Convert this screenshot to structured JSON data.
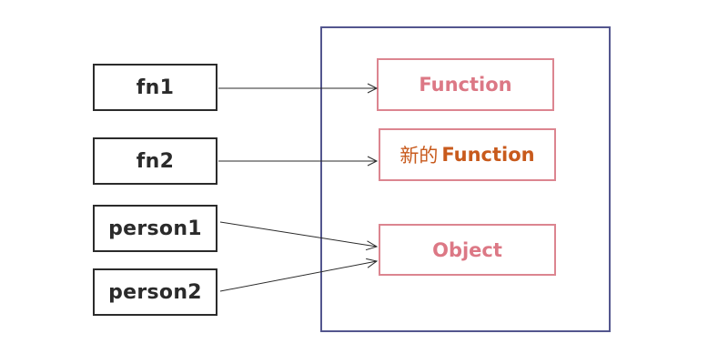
{
  "variables": {
    "fn1": "fn1",
    "fn2": "fn2",
    "person1": "person1",
    "person2": "person2"
  },
  "heap": {
    "function_original": "Function",
    "function_new_prefix": "新的",
    "function_new_suffix": "Function",
    "object": "Object"
  },
  "colors": {
    "frame": "#53568e",
    "variable_border": "#2b2b2b",
    "object_border": "#dc8590",
    "object_text": "#dc7885",
    "new_function_text": "#c85a1c"
  }
}
